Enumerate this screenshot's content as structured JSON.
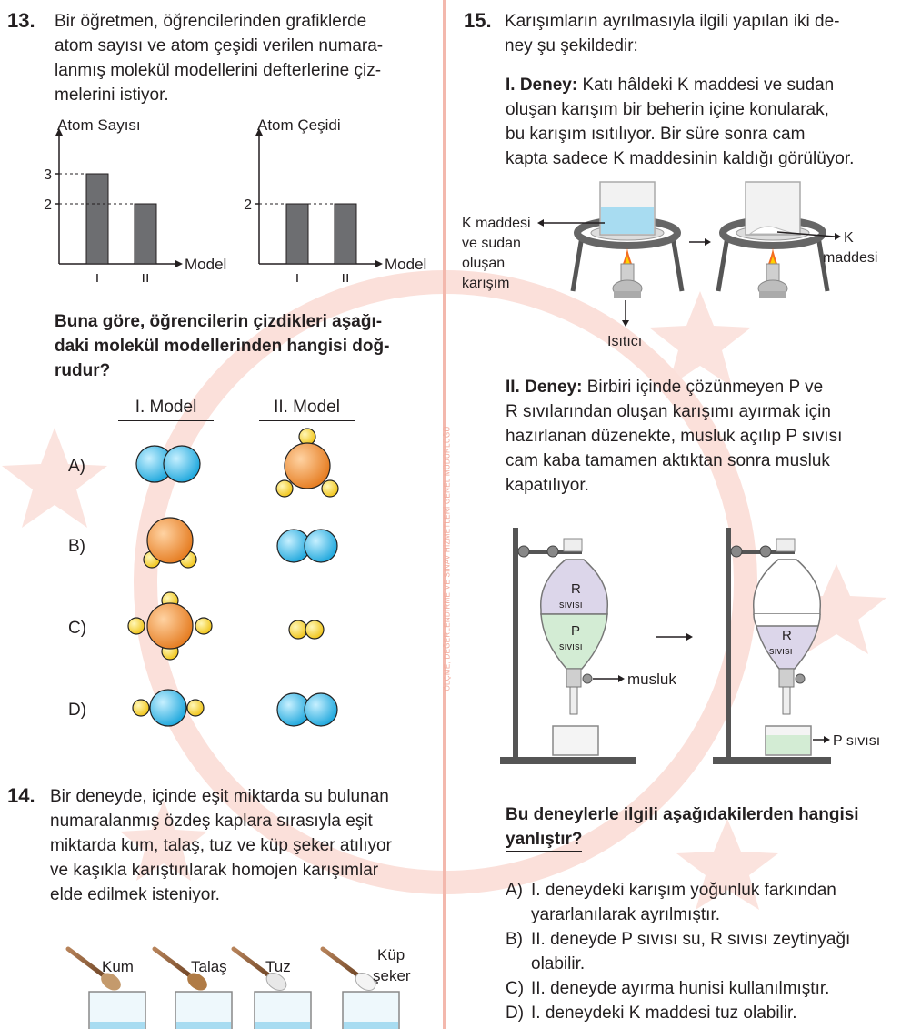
{
  "q13": {
    "number": "13.",
    "text_lines": [
      "Bir öğretmen, öğrencilerinden grafiklerde",
      "atom sayısı ve atom çeşidi verilen numara-",
      "lanmış molekül modellerini defterlerine çiz-",
      "melerini istiyor."
    ],
    "chart_data": [
      {
        "type": "bar",
        "title": "",
        "ylabel": "Atom Sayısı",
        "xlabel": "Model",
        "categories": [
          "I",
          "II"
        ],
        "values": [
          3,
          2
        ],
        "yticks": [
          "2",
          "3"
        ]
      },
      {
        "type": "bar",
        "title": "",
        "ylabel": "Atom Çeşidi",
        "xlabel": "Model",
        "categories": [
          "I",
          "II"
        ],
        "values": [
          2,
          2
        ],
        "yticks": [
          "2"
        ]
      }
    ],
    "prompt_lines": [
      "Buna göre, öğrencilerin çizdikleri aşağı-",
      "daki molekül modellerinden hangisi doğ-",
      "rudur?"
    ],
    "model_headers": [
      "I. Model",
      "II. Model"
    ],
    "options": [
      "A)",
      "B)",
      "C)",
      "D)"
    ]
  },
  "q14": {
    "number": "14.",
    "text_lines": [
      "Bir deneyde, içinde eşit miktarda su bulunan",
      "numaralanmış özdeş kaplara sırasıyla eşit",
      "miktarda kum, talaş, tuz ve küp şeker atılıyor",
      "ve kaşıkla karıştırılarak homojen karışımlar",
      "elde edilmek isteniyor."
    ],
    "labels": [
      "Kum",
      "Talaş",
      "Tuz",
      "Küp",
      "şeker"
    ]
  },
  "q15": {
    "number": "15.",
    "intro_lines": [
      "Karışımların ayrılmasıyla ilgili yapılan iki de-",
      "ney şu şekildedir:"
    ],
    "exp1_title": "I. Deney:",
    "exp1_lines": [
      " Katı hâldeki K maddesi ve sudan",
      "oluşan karışım bir beherin içine konularak,",
      "bu karışım ısıtılıyor. Bir süre sonra cam",
      "kapta sadece K maddesinin kaldığı görülüyor."
    ],
    "fig1_labels": {
      "mix1": "K maddesi",
      "mix2": "ve sudan",
      "mix3": "oluşan",
      "mix4": "karışım",
      "heater": "Isıtıcı",
      "k1": "K",
      "k2": "maddesi"
    },
    "exp2_title": "II. Deney:",
    "exp2_lines": [
      " Birbiri içinde çözünmeyen P ve",
      "R sıvılarından oluşan karışımı ayırmak için",
      "hazırlanan düzenekte, musluk açılıp P sıvısı",
      "cam kaba tamamen aktıktan sonra musluk",
      "kapatılıyor."
    ],
    "fig2_labels": {
      "r": "R",
      "r_sub": "sıvısı",
      "p": "P",
      "p_sub": "sıvısı",
      "tap": "musluk",
      "r2": "R",
      "r2_sub": "sıvısı",
      "p_out": "P sıvısı"
    },
    "question_line1": "Bu deneylerle ilgili aşağıdakilerden hangisi",
    "question_line2": "yanlıştır?",
    "answers": [
      {
        "letter": "A)",
        "lines": [
          "I. deneydeki karışım yoğunluk farkından",
          "yararlanılarak ayrılmıştır."
        ]
      },
      {
        "letter": "B)",
        "lines": [
          "II. deneyde P sıvısı su, R sıvısı zeytinyağı",
          "olabilir."
        ]
      },
      {
        "letter": "C)",
        "lines": [
          "II. deneyde ayırma hunisi kullanılmıştır."
        ]
      },
      {
        "letter": "D)",
        "lines": [
          "I. deneydeki K maddesi tuz olabilir."
        ]
      }
    ]
  },
  "watermark": {
    "vertical_text": "ÖLÇME, DEĞERLENDİRME VE SINAV HİZMETLERİ GENEL MÜDÜRLÜĞÜ"
  },
  "colors": {
    "bar": "#6d6e71",
    "orange_atom": "#f08a2c",
    "blue_atom": "#29b6e6",
    "yellow_atom": "#f7d21d",
    "water": "#a8dcf1",
    "liquid_r": "#dcd6ea",
    "liquid_p": "#d3ecd4",
    "divider": "#f3b8ad"
  }
}
